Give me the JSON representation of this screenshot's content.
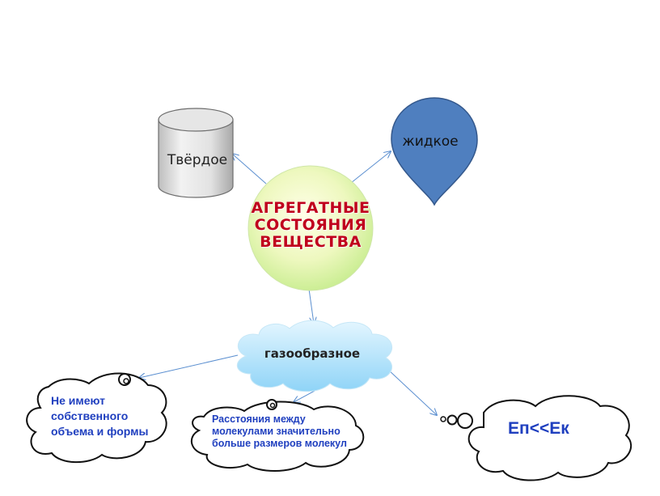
{
  "diagram": {
    "center": {
      "lines": [
        "АГРЕГАТНЫЕ",
        "СОСТОЯНИЯ",
        "ВЕЩЕСТВА"
      ]
    },
    "nodes": {
      "solid": "Твёрдое",
      "liquid": "жидкое",
      "gas": "газообразное"
    },
    "notes": {
      "shape": "Не имеют собственного объема и формы",
      "distance": "Расстояния между молекулами значительно больше размеров молекул",
      "energy": "Еп<<Ек"
    }
  }
}
